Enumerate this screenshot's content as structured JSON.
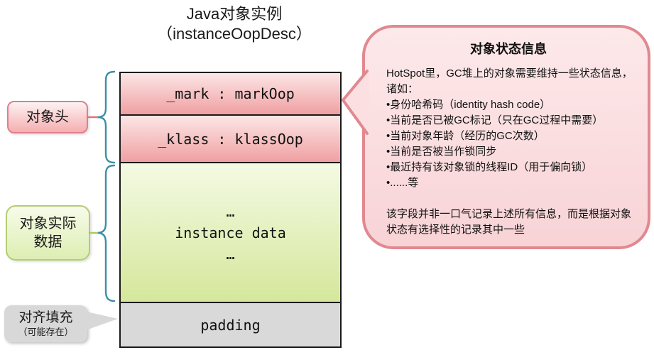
{
  "title": {
    "line1": "Java对象实例",
    "line2": "（instanceOopDesc）"
  },
  "memory_layout": {
    "mark_field": "_mark : markOop",
    "klass_field": "_klass : klassOop",
    "instance_data": {
      "ellipsis_top": "…",
      "label": "instance data",
      "ellipsis_bottom": "…"
    },
    "padding": "padding"
  },
  "labels": {
    "object_header": "对象头",
    "instance_data_line1": "对象实际",
    "instance_data_line2": "数据",
    "padding_line1": "对齐填充",
    "padding_line2": "（可能存在）"
  },
  "callout": {
    "title": "对象状态信息",
    "intro": "HotSpot里，GC堆上的对象需要维持一些状态信息，诸如：",
    "bullets": [
      "•身份哈希码（identity hash code）",
      "•当前是否已被GC标记（只在GC过程中需要）",
      "•当前对象年龄（经历的GC次数）",
      "•当前是否被当作锁同步",
      "•最近持有该对象锁的线程ID（用于偏向锁）",
      "•......等"
    ],
    "footer": "该字段并非一口气记录上述所有信息，而是根据对象状态有选择性的记录其中一些"
  },
  "colors": {
    "box_border": "#1a1a1a",
    "pink_field_bottom": "#f0a0a2",
    "pink_label_border": "#e0808a",
    "green_field_bottom": "#d5e79b",
    "green_label_border": "#b5cd72",
    "gray_fill": "#d9d9d9",
    "callout_border": "#e18890",
    "callout_fill": "#fadde0",
    "brace_teal": "#3b8fa2"
  }
}
